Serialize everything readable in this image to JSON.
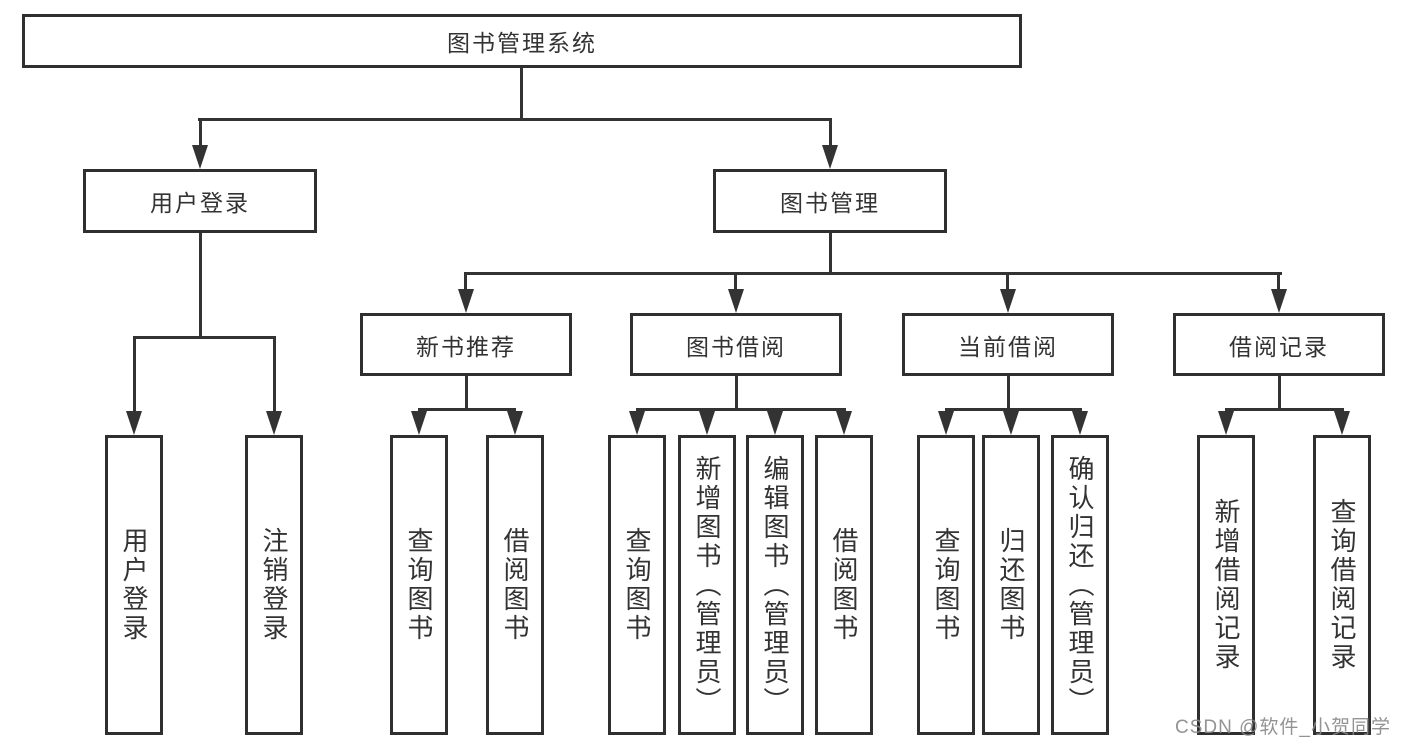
{
  "diagram": {
    "root": "图书管理系统",
    "user_login": {
      "label": "用户登录",
      "children": [
        "用户登录",
        "注销登录"
      ]
    },
    "book_mgmt": {
      "label": "图书管理",
      "new_books": {
        "label": "新书推荐",
        "children": [
          "查询图书",
          "借阅图书"
        ]
      },
      "borrow": {
        "label": "图书借阅",
        "children": [
          "查询图书",
          "新增图书（管理员）",
          "编辑图书（管理员）",
          "借阅图书"
        ]
      },
      "current": {
        "label": "当前借阅",
        "children": [
          "查询图书",
          "归还图书",
          "确认归还（管理员）"
        ]
      },
      "records": {
        "label": "借阅记录",
        "children": [
          "新增借阅记录",
          "查询借阅记录"
        ]
      }
    }
  },
  "watermark": "CSDN @软件_小贺同学",
  "colors": {
    "line": "#333333",
    "box_border": "#2f2f2f",
    "text": "#333333",
    "watermark": "#8a8a8a",
    "background": "#ffffff"
  }
}
